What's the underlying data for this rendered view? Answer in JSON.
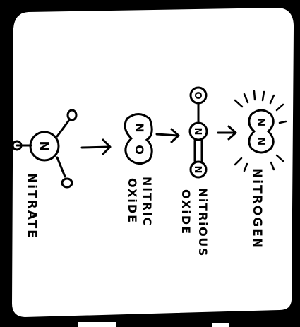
{
  "colors": {
    "background": "#000000",
    "panel": "#ffffff",
    "ink": "#000000"
  },
  "molecules": [
    {
      "id": "nitrate",
      "label": "NiTRATE",
      "atoms": [
        "N"
      ]
    },
    {
      "id": "nitric-oxide",
      "label_lines": [
        "NiTRiC",
        "OXiDE"
      ],
      "atoms": [
        "N",
        "O"
      ]
    },
    {
      "id": "nitrous-oxide",
      "label_lines": [
        "NiTRiOUS",
        "OXiDE"
      ],
      "atoms": [
        "O",
        "N",
        "N"
      ]
    },
    {
      "id": "nitrogen",
      "label": "NiTROGEN",
      "atoms": [
        "N",
        "N"
      ]
    }
  ],
  "arrows": [
    "nitrate-to-nitric-oxide",
    "nitric-oxide-to-nitrous-oxide",
    "nitrous-oxide-to-nitrogen"
  ]
}
